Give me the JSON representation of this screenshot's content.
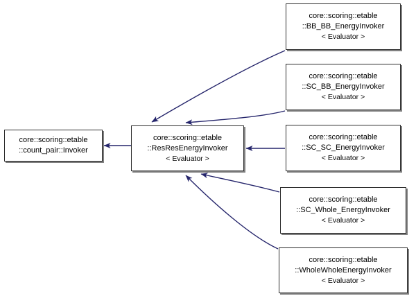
{
  "diagram": {
    "kind": "inheritance-graph",
    "edge_color": "#25256b",
    "node_border_color": "#2b2b2b",
    "node_fill_color": "#ffffff",
    "background_color": "#ffffff",
    "nodes": [
      {
        "id": "base",
        "line1": "core::scoring::etable",
        "line2": "::count_pair::Invoker",
        "line3": ""
      },
      {
        "id": "center",
        "line1": "core::scoring::etable",
        "line2": "::ResResEnergyInvoker",
        "line3": "< Evaluator >"
      },
      {
        "id": "bb_bb",
        "line1": "core::scoring::etable",
        "line2": "::BB_BB_EnergyInvoker",
        "line3": "< Evaluator >"
      },
      {
        "id": "sc_bb",
        "line1": "core::scoring::etable",
        "line2": "::SC_BB_EnergyInvoker",
        "line3": "< Evaluator >"
      },
      {
        "id": "sc_sc",
        "line1": "core::scoring::etable",
        "line2": "::SC_SC_EnergyInvoker",
        "line3": "< Evaluator >"
      },
      {
        "id": "sc_whole",
        "line1": "core::scoring::etable",
        "line2": "::SC_Whole_EnergyInvoker",
        "line3": "< Evaluator >"
      },
      {
        "id": "whole_whole",
        "line1": "core::scoring::etable",
        "line2": "::WholeWholeEnergyInvoker",
        "line3": "< Evaluator >"
      }
    ],
    "edges": [
      {
        "from": "center",
        "to": "base",
        "style": "straight"
      },
      {
        "from": "bb_bb",
        "to": "center",
        "style": "curved"
      },
      {
        "from": "sc_bb",
        "to": "center",
        "style": "curved"
      },
      {
        "from": "sc_sc",
        "to": "center",
        "style": "straight"
      },
      {
        "from": "sc_whole",
        "to": "center",
        "style": "curved"
      },
      {
        "from": "whole_whole",
        "to": "center",
        "style": "curved"
      }
    ]
  }
}
